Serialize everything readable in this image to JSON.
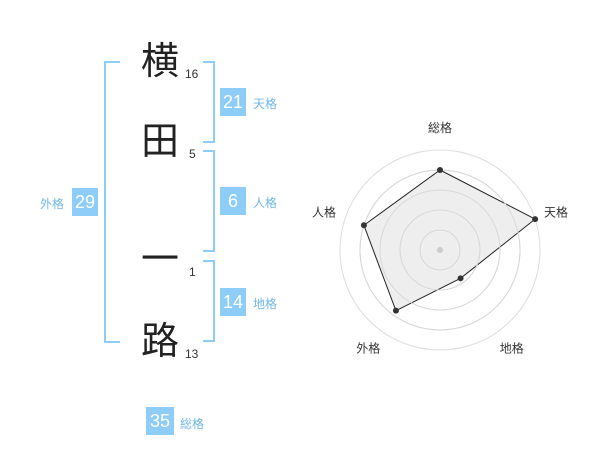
{
  "name": {
    "chars": [
      {
        "char": "横",
        "strokes": "16"
      },
      {
        "char": "田",
        "strokes": "5"
      },
      {
        "char": "一",
        "strokes": "1"
      },
      {
        "char": "路",
        "strokes": "13"
      }
    ]
  },
  "fortunes": {
    "tenkaku": {
      "value": "21",
      "label": "天格"
    },
    "jinkaku": {
      "value": "6",
      "label": "人格"
    },
    "chikaku": {
      "value": "14",
      "label": "地格"
    },
    "gaikaku": {
      "value": "29",
      "label": "外格"
    },
    "soukaku": {
      "value": "35",
      "label": "総格"
    }
  },
  "colors": {
    "accent": "#8dcdf7",
    "label": "#6fb7ea",
    "radar_fill": "#ebebeb"
  },
  "radar": {
    "axes": [
      "総格",
      "天格",
      "地格",
      "外格",
      "人格"
    ],
    "levels": 5,
    "values": [
      0.8,
      1.0,
      0.35,
      0.75,
      0.8
    ]
  }
}
